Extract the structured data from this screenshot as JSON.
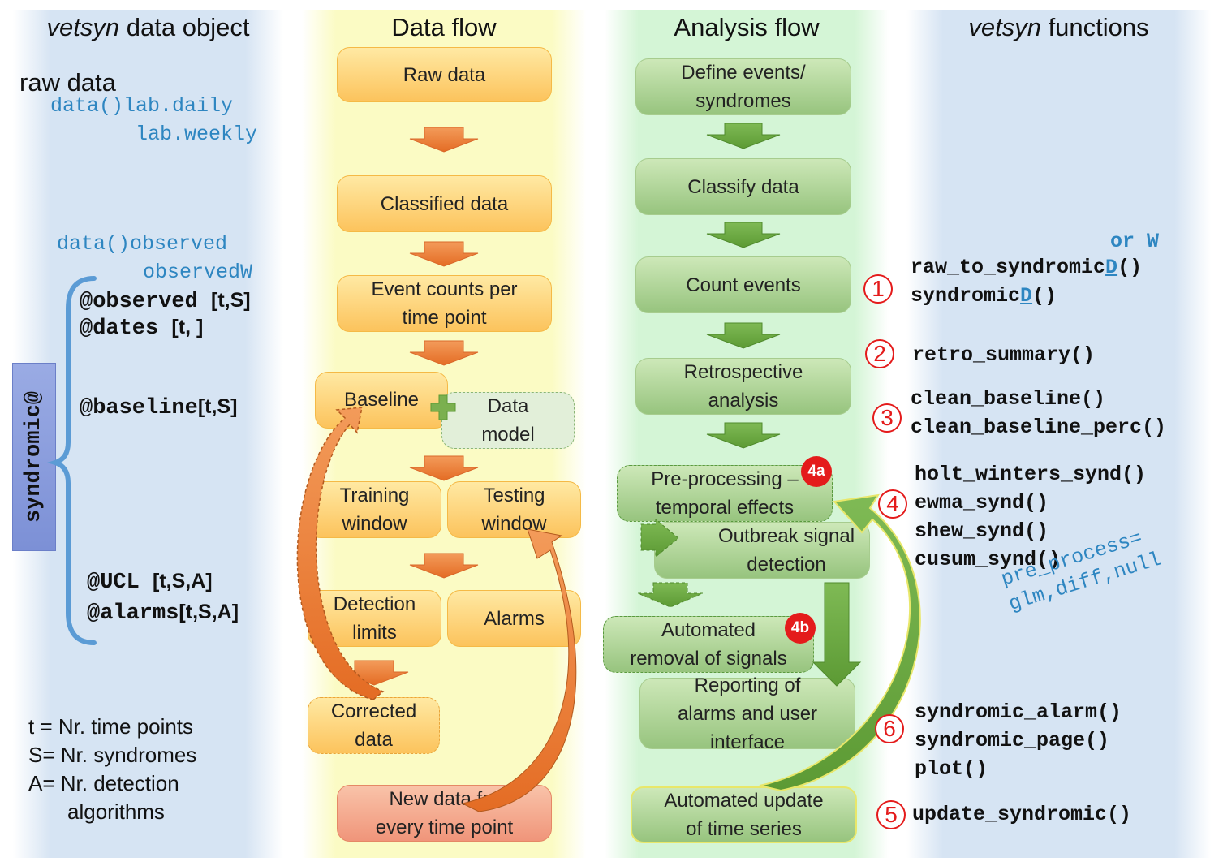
{
  "columns": {
    "object_title_italic": "vetsyn",
    "object_title_rest": " data object",
    "dataflow_title": "Data flow",
    "analysis_title": "Analysis flow",
    "functions_title_italic": "vetsyn",
    "functions_title_rest": " functions"
  },
  "object": {
    "raw_label": "raw data",
    "raw_code_1": "data()lab.daily",
    "raw_code_2": "lab.weekly",
    "obs_code_1": "data()observed",
    "obs_code_2": "observedW",
    "class_label": "syndromic@",
    "slots": [
      {
        "name": "@observed",
        "dims": "[t,S]"
      },
      {
        "name": "@dates",
        "dims": "[t, ]"
      },
      {
        "name": "@baseline",
        "dims": "[t,S]"
      },
      {
        "name": "@UCL",
        "dims": "[t,S,A]"
      },
      {
        "name": "@alarms",
        "dims": "[t,S,A]"
      }
    ],
    "legend": [
      "t = Nr. time points",
      "S= Nr. syndromes",
      "A= Nr. detection",
      "algorithms"
    ]
  },
  "dataflow": {
    "raw": "Raw data",
    "classified": "Classified data",
    "counts_1": "Event counts per",
    "counts_2": "time point",
    "baseline": "Baseline",
    "data_model_1": "Data",
    "data_model_2": "model",
    "training_1": "Training",
    "training_2": "window",
    "testing_1": "Testing",
    "testing_2": "window",
    "detection_1": "Detection",
    "detection_2": "limits",
    "alarms": "Alarms",
    "corrected_1": "Corrected",
    "corrected_2": "data",
    "newdata_1": "New data for",
    "newdata_2": "every time point"
  },
  "analysis": {
    "define_1": "Define events/",
    "define_2": "syndromes",
    "classify": "Classify data",
    "count": "Count events",
    "retro_1": "Retrospective",
    "retro_2": "analysis",
    "preproc_1": "Pre-processing –",
    "preproc_2": "temporal effects",
    "badge_4a": "4a",
    "outbreak_1": "Outbreak signal",
    "outbreak_2": "detection",
    "removal_1": "Automated",
    "removal_2": "removal of signals",
    "badge_4b": "4b",
    "reporting_1": "Reporting of",
    "reporting_2": "alarms and user",
    "reporting_3": "interface",
    "update_1": "Automated update",
    "update_2": "of time series"
  },
  "functions": {
    "or_w": "or W",
    "f1a_pre": "raw_to_syndromic",
    "f1a_d": "D",
    "f1a_post": "()",
    "f1b_pre": "syndromic",
    "f1b_d": "D",
    "f1b_post": "()",
    "f2": "retro_summary()",
    "f3a": "clean_baseline()",
    "f3b": "clean_baseline_perc()",
    "f4a": "holt_winters_synd()",
    "f4b": "ewma_synd()",
    "f4c": "shew_synd()",
    "f4d": "cusum_synd()",
    "pre_1": "pre_process=",
    "pre_2": "glm,diff,null",
    "f6a": "syndromic_alarm()",
    "f6b": "syndromic_page()",
    "f6c": "plot()",
    "f5": "update_syndromic()",
    "numbers": [
      "1",
      "2",
      "3",
      "4",
      "5",
      "6"
    ]
  },
  "colors": {
    "object_bg": "#d6e4f3",
    "dataflow_bg": "#fbfbc4",
    "analysis_bg": "#d4f5d6",
    "functions_bg": "#d6e4f3",
    "code_blue": "#2e86c1",
    "number_red": "#e41b1b",
    "orange_arrow": "#ec7a30",
    "green_arrow": "#6aa63e"
  }
}
